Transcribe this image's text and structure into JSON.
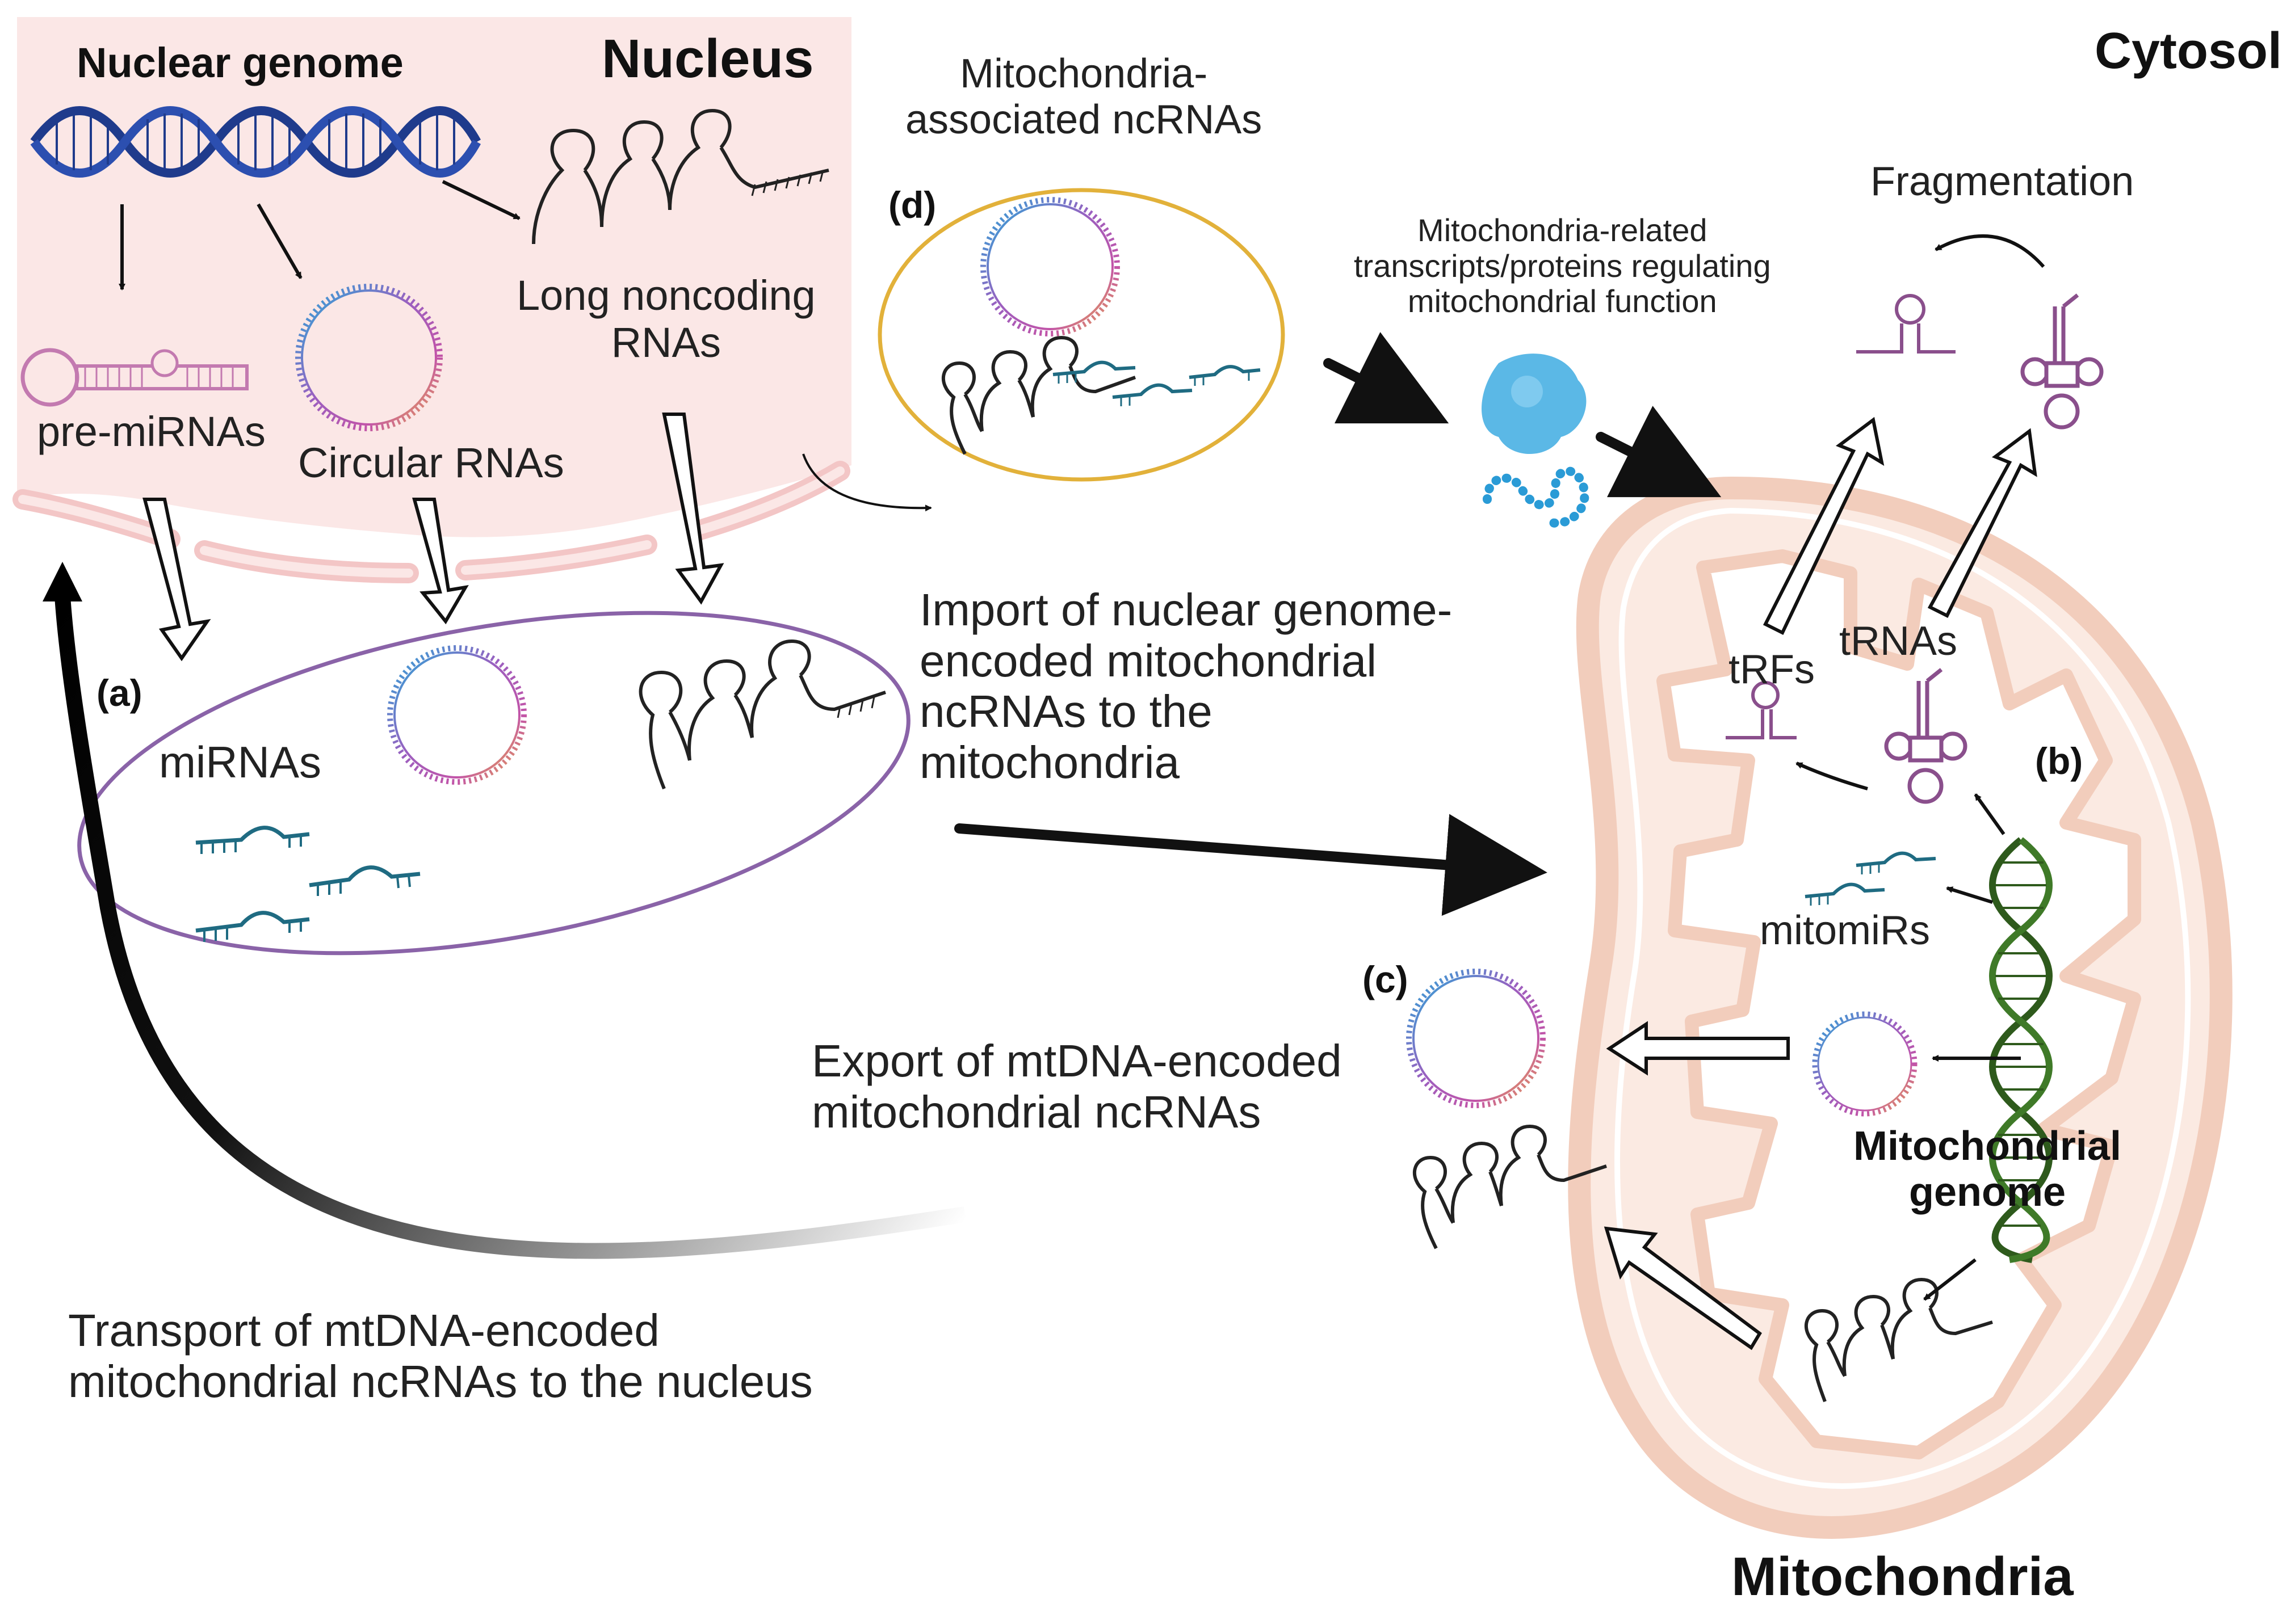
{
  "labels": {
    "nucleus": "Nucleus",
    "nuclear_genome": "Nuclear genome",
    "cytosol": "Cytosol",
    "mitochondria": "Mitochondria",
    "pre_mirnas": "pre-miRNAs",
    "circular_rnas": "Circular RNAs",
    "long_noncoding_line1": "Long noncoding",
    "long_noncoding_line2": "RNAs",
    "mirnas": "miRNAs",
    "mito_assoc_line1": "Mitochondria-",
    "mito_assoc_line2": "associated ncRNAs",
    "mito_related_line1": "Mitochondria-related",
    "mito_related_line2": "transcripts/proteins regulating",
    "mito_related_line3": "mitochondrial function",
    "fragmentation": "Fragmentation",
    "trfs": "tRFs",
    "trnas": "tRNAs",
    "mitomirs": "mitomiRs",
    "mito_genome_line1": "Mitochondrial",
    "mito_genome_line2": "genome",
    "import_line1": "Import of nuclear genome-",
    "import_line2": "encoded mitochondrial",
    "import_line3": "ncRNAs to the",
    "import_line4": "mitochondria",
    "export_line1": "Export of mtDNA-encoded",
    "export_line2": "mitochondrial ncRNAs",
    "transport_line1": "Transport of mtDNA-encoded",
    "transport_line2": "mitochondrial ncRNAs to the nucleus",
    "panel_a": "(a)",
    "panel_b": "(b)",
    "panel_c": "(c)",
    "panel_d": "(d)"
  },
  "colors": {
    "nucleus_fill": "#fbe7e6",
    "membrane": "#f3c6c6",
    "mito_fill": "#fbeae2",
    "mito_stroke": "#f2cdbc",
    "vesicle_purple": "#8a63a8",
    "vesicle_gold": "#e2b13a",
    "nuclear_dna": "#1f3b8c",
    "mito_dna": "#2e5a1c",
    "mirna_teal": "#1f6b82",
    "trna_purple": "#8a4f8c",
    "protein_blue": "#5bb8e6"
  }
}
